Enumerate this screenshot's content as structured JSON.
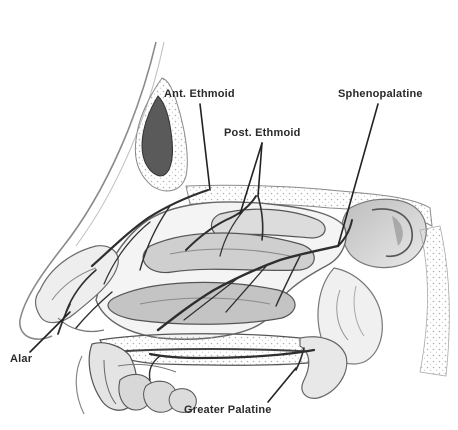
{
  "labels": {
    "anterior_ethmoid": "Ant. Ethmoid",
    "posterior_ethmoid": "Post. Ethmoid",
    "sphenopalatine": "Sphenopalatine",
    "alar": "Alar",
    "greater_palatine": "Greater Palatine"
  },
  "colors": {
    "line": "#3a3a3a",
    "dark_fill": "#555555",
    "mid_fill": "#9a9a9a",
    "light_fill": "#e6e6e6",
    "stipple": "#b0b0b0"
  }
}
